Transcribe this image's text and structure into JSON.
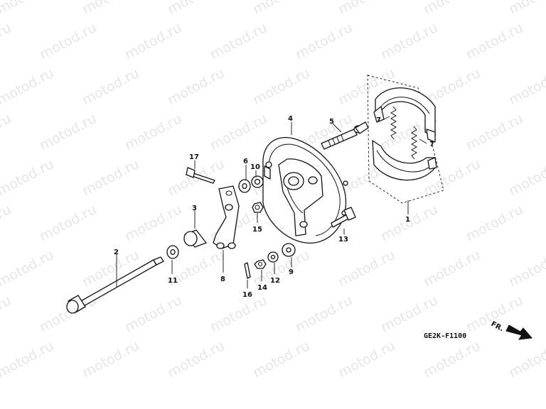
{
  "watermark": {
    "text": "motod.ru"
  },
  "diagram_code": "GE2K-F1100",
  "direction_marker": {
    "label": "FR.",
    "icon": "front-arrow-icon"
  },
  "callouts": {
    "p1": "1",
    "p2": "2",
    "p3": "3",
    "p4": "4",
    "p5": "5",
    "p6": "6",
    "p7a": "7",
    "p7b": "7",
    "p8": "8",
    "p9": "9",
    "p10": "10",
    "p11": "11",
    "p12": "12",
    "p13": "13",
    "p14": "14",
    "p15": "15",
    "p16": "16",
    "p17": "17"
  }
}
